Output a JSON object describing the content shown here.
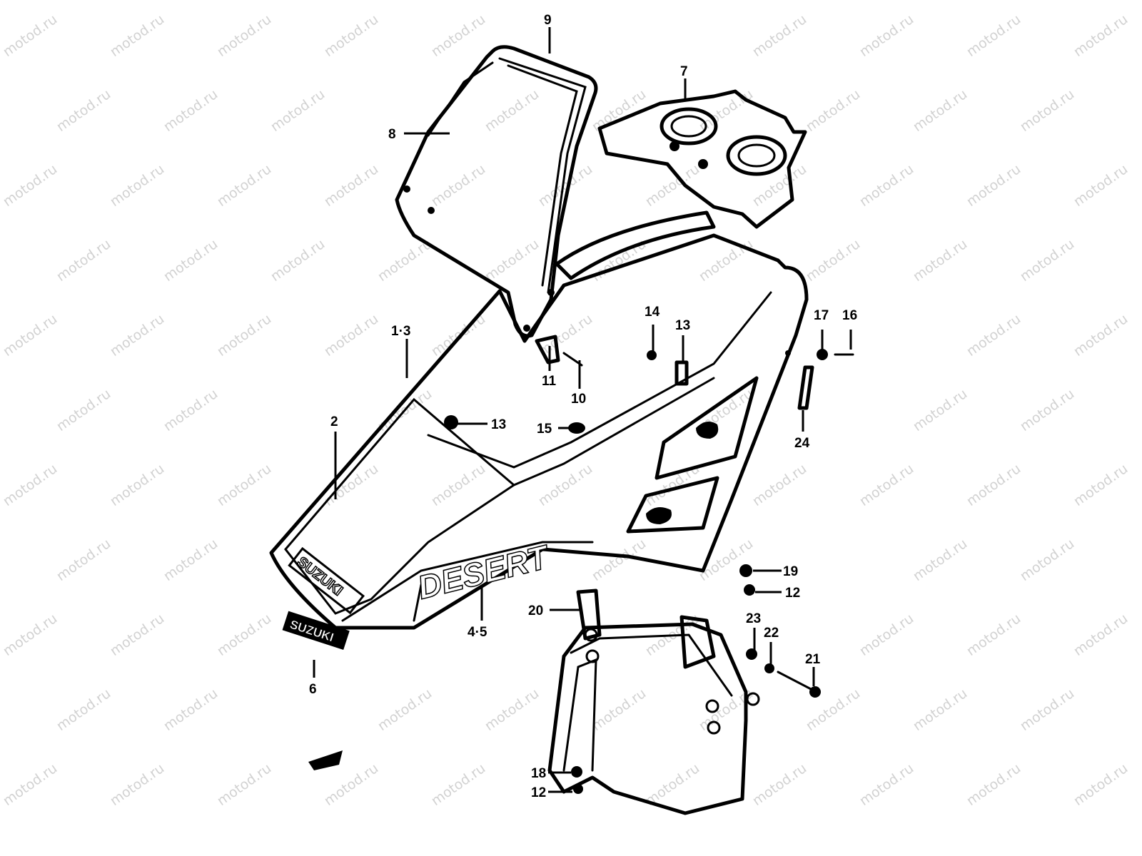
{
  "watermark": "motod.ru",
  "decals": {
    "brand": "SUZUKI",
    "model": "DESERT"
  },
  "part_labels": {
    "p9": "9",
    "p7": "7",
    "p8": "8",
    "p1_3": "1·3",
    "p14": "14",
    "p13a": "13",
    "p17": "17",
    "p16": "16",
    "p11": "11",
    "p10": "10",
    "p2": "2",
    "p13b": "13",
    "p15": "15",
    "p24": "24",
    "p19": "19",
    "p12a": "12",
    "p20": "20",
    "p4_5": "4·5",
    "p23": "23",
    "p22": "22",
    "p21": "21",
    "p6": "6",
    "p18": "18",
    "p12b": "12"
  }
}
